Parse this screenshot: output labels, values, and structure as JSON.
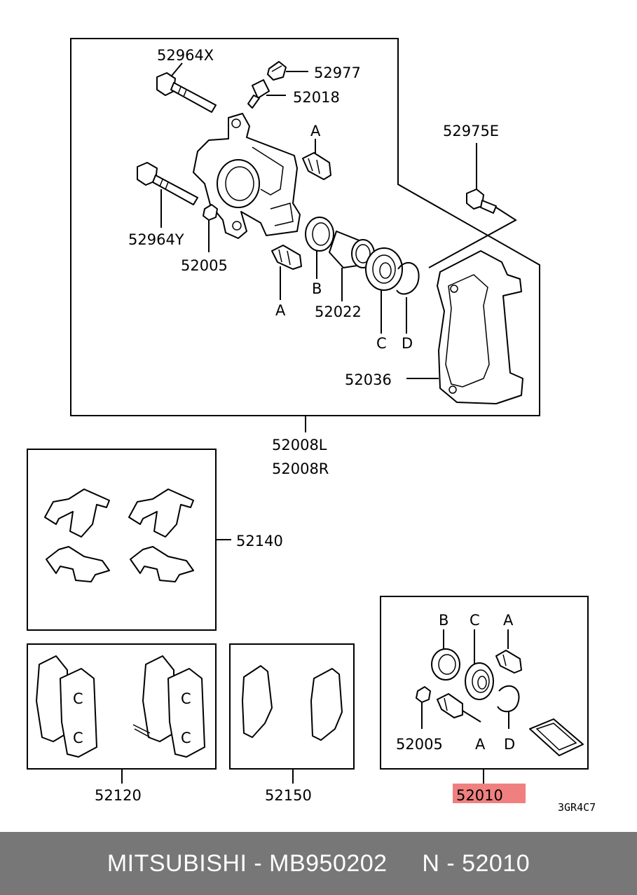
{
  "labels": {
    "p52964x": "52964X",
    "p52977": "52977",
    "p52018": "52018",
    "p52975e": "52975E",
    "p52964y": "52964Y",
    "p52005_top": "52005",
    "p52022": "52022",
    "p52036": "52036",
    "a_top": "A",
    "a_lower": "A",
    "b": "B",
    "c": "C",
    "d": "D",
    "p52008l": "52008L",
    "p52008r": "52008R",
    "p52140": "52140",
    "p52120": "52120",
    "p52150": "52150",
    "kit_b": "B",
    "kit_c": "C",
    "kit_a": "A",
    "kit_52005": "52005",
    "kit_a2": "A",
    "kit_d": "D",
    "p52010": "52010",
    "code": "3GR4C7"
  },
  "colors": {
    "highlight": "#f08080",
    "footer_bg": "#777777"
  },
  "footer": {
    "text": "MITSUBISHI - MB950202     N - 52010"
  }
}
